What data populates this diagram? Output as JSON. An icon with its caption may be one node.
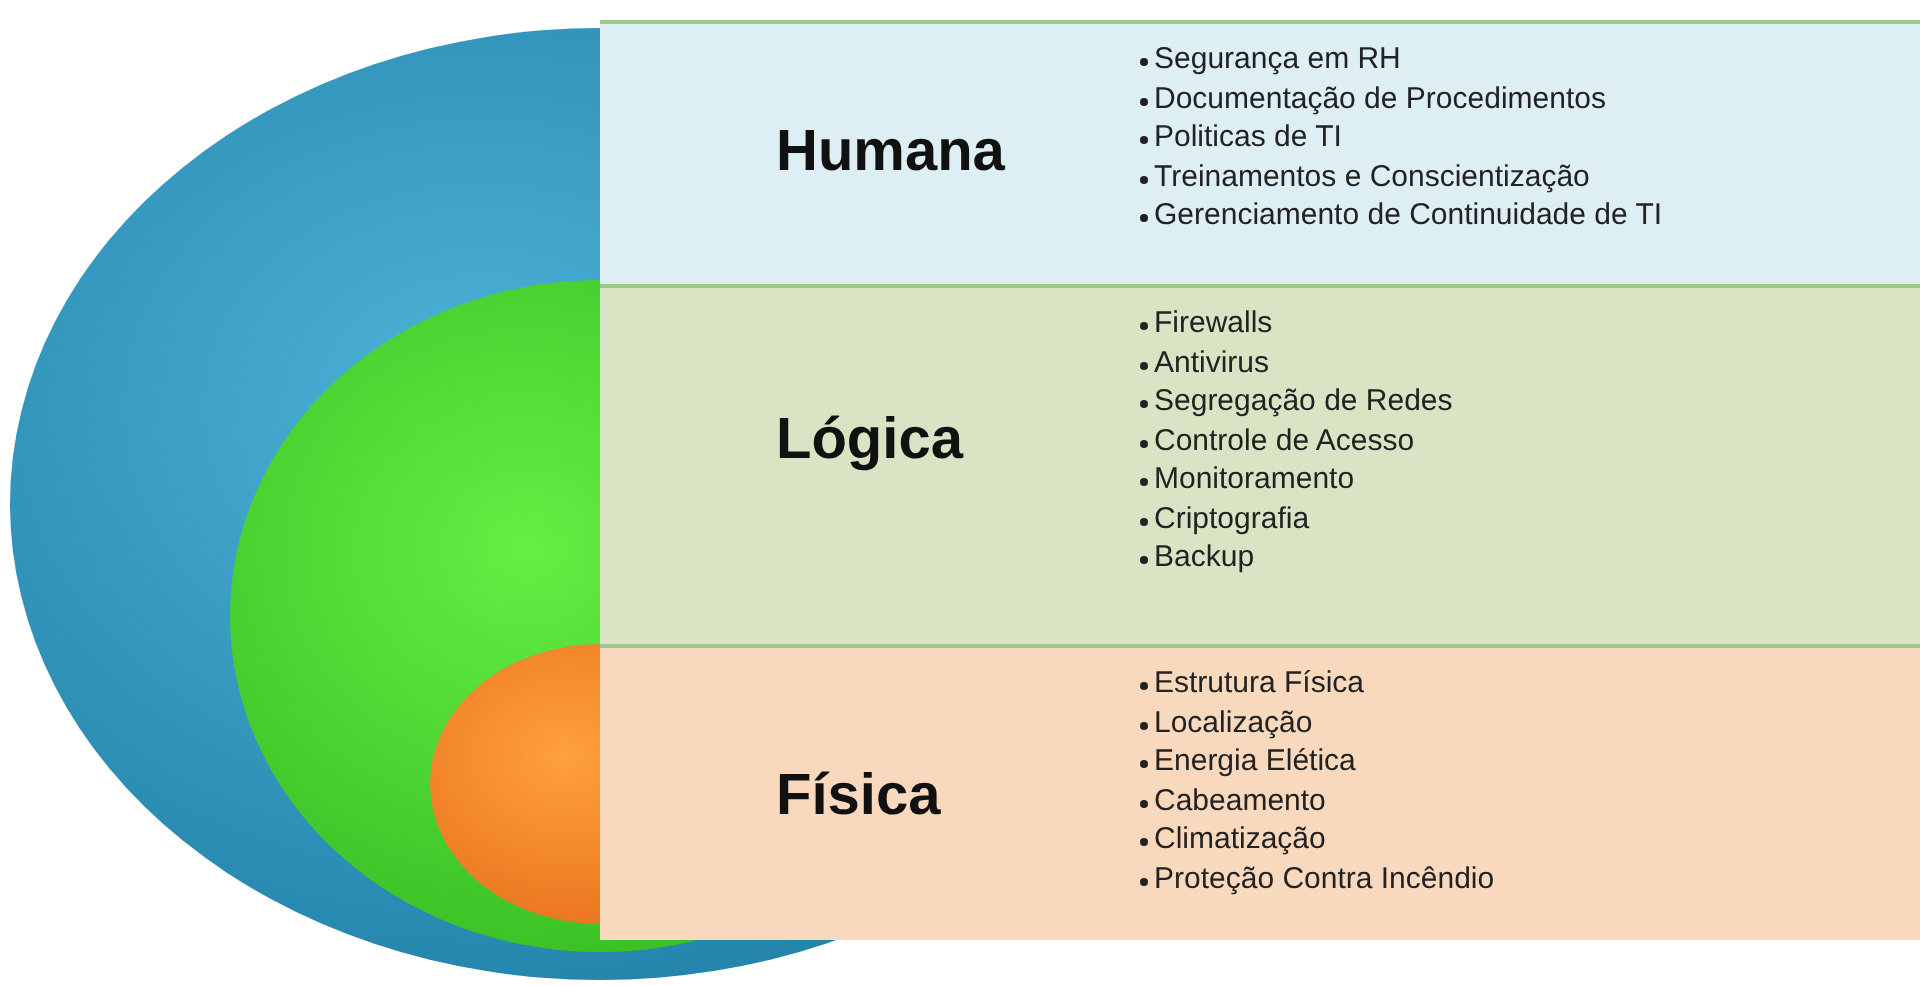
{
  "diagram": {
    "nodes": [
      {
        "text": [
          "Humana",
          "Segurança em RH",
          "Documentação de Procedimentos",
          "Politicas de TI",
          "Treinamentos e Conscientização",
          "Gerenciamento de Continuidade de TI"
        ]
      },
      {
        "text": [
          "Lógica",
          "Firewalls",
          "Antivirus",
          "Segregação de Redes",
          "Controle de Acesso",
          "Monitoramento",
          "Criptografia",
          "Backup"
        ]
      },
      {
        "text": [
          "Física",
          "Estrutura Física",
          "Localização",
          "Energia Elética",
          "Cabeamento",
          "Climatização",
          "Proteção Contra Incêndio"
        ]
      }
    ]
  }
}
